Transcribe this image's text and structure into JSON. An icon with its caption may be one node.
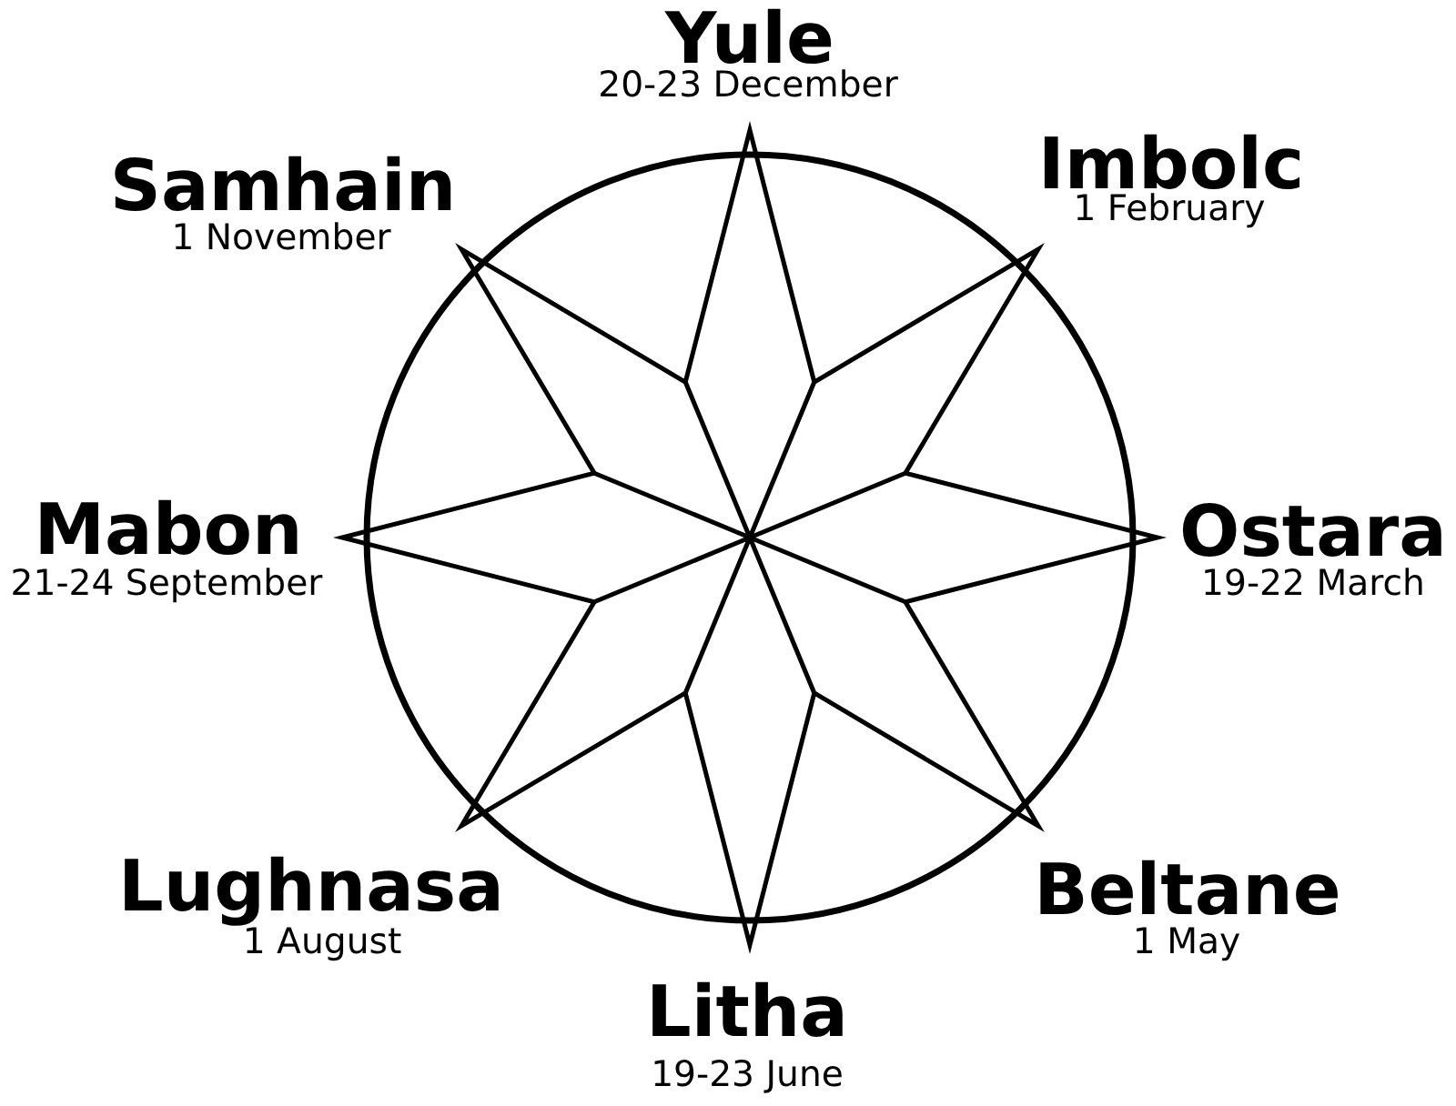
{
  "diagram": {
    "labels": [
      "Yule",
      "20-23 December",
      "Samhain",
      "1 November",
      "Imbolc",
      "1 February",
      "Mabon",
      "21-24 September",
      "Ostara",
      "19-22 March",
      "Lughnasa",
      "1 August",
      "Beltane",
      "1 May",
      "Litha",
      "19-23 June"
    ]
  }
}
